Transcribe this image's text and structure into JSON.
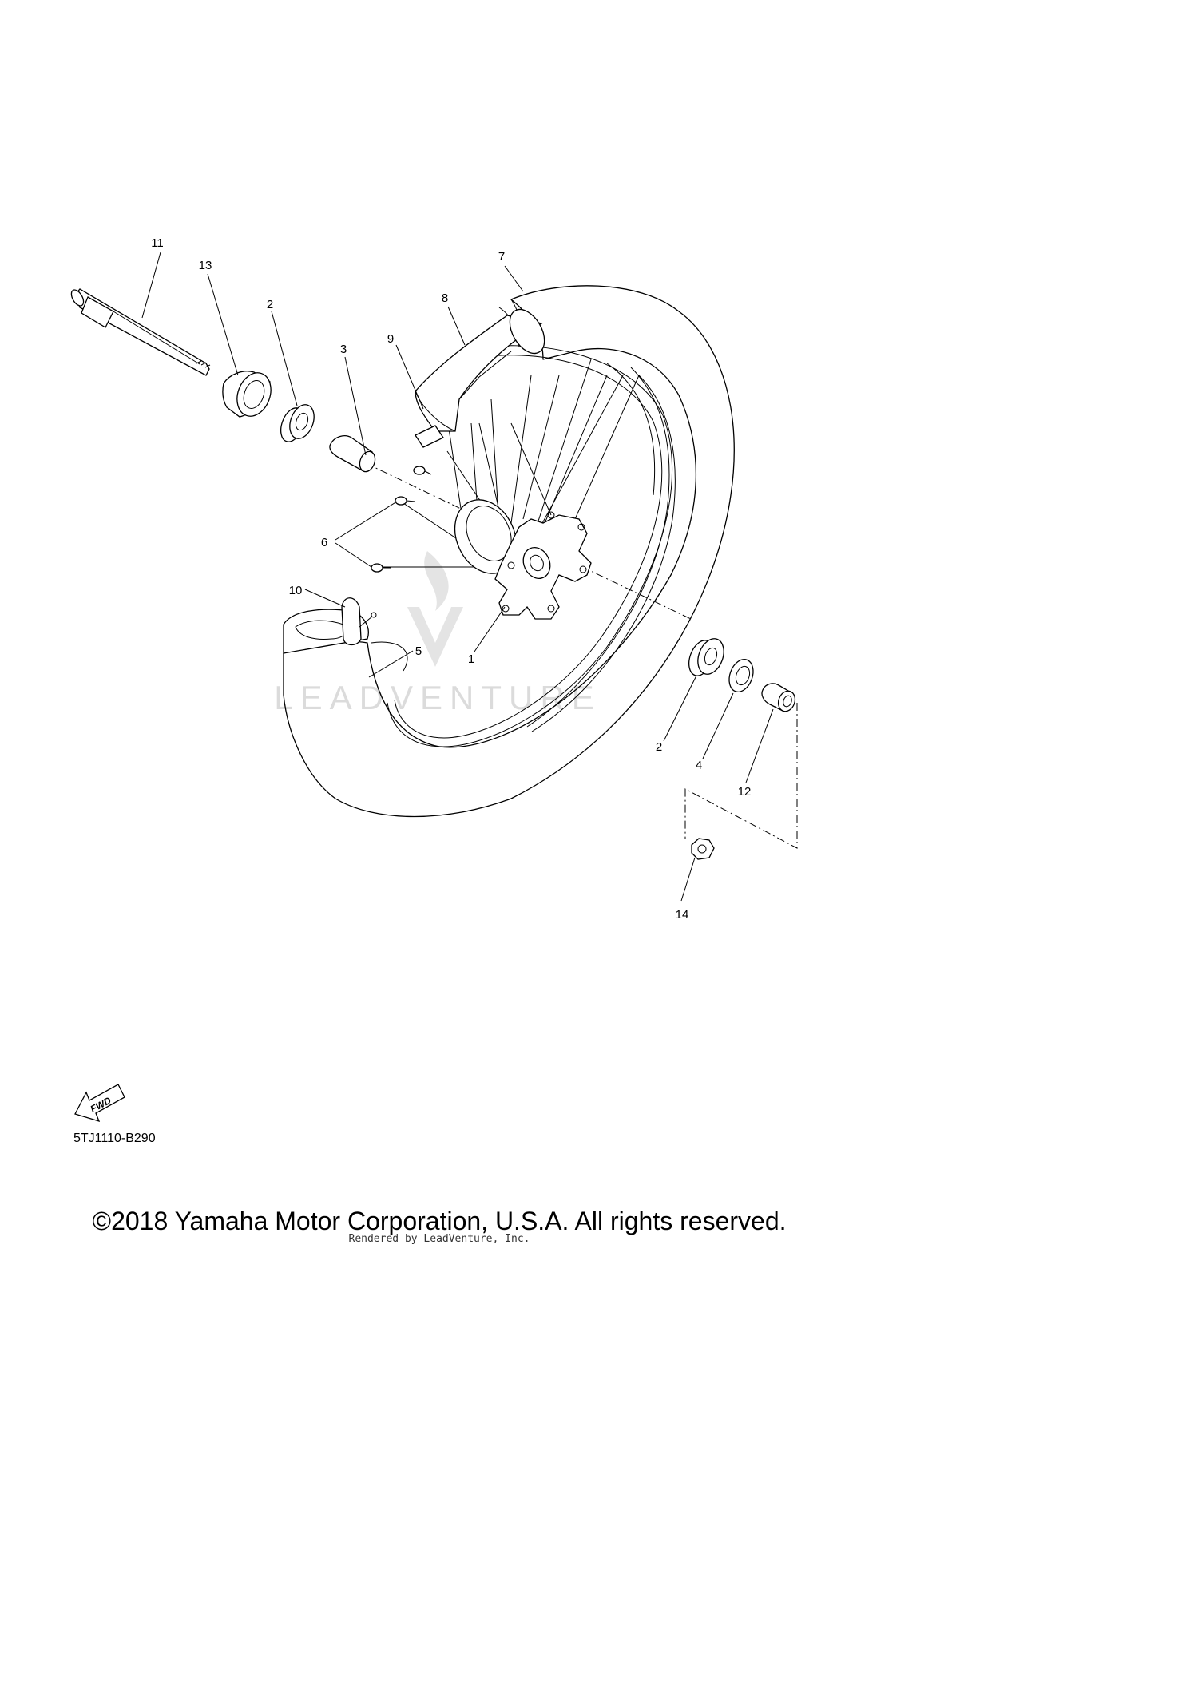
{
  "parts": [
    {
      "label": "1"
    },
    {
      "label": "2"
    },
    {
      "label": "3"
    },
    {
      "label": "4"
    },
    {
      "label": "5"
    },
    {
      "label": "6"
    },
    {
      "label": "7"
    },
    {
      "label": "8"
    },
    {
      "label": "9"
    },
    {
      "label": "10"
    },
    {
      "label": "11"
    },
    {
      "label": "12"
    },
    {
      "label": "13"
    },
    {
      "label": "14"
    },
    {
      "label": "2"
    }
  ],
  "fwd_badge": "FWD",
  "diagram_code": "5TJ1110-B290",
  "watermark": "LEADVENTURE",
  "copyright": "©2018 Yamaha Motor Corporation, U.S.A. All rights reserved.",
  "rendered_by": "Rendered by LeadVenture, Inc.",
  "colors": {
    "line": "#000000",
    "watermark": "#d8d8d8",
    "background": "#ffffff"
  }
}
